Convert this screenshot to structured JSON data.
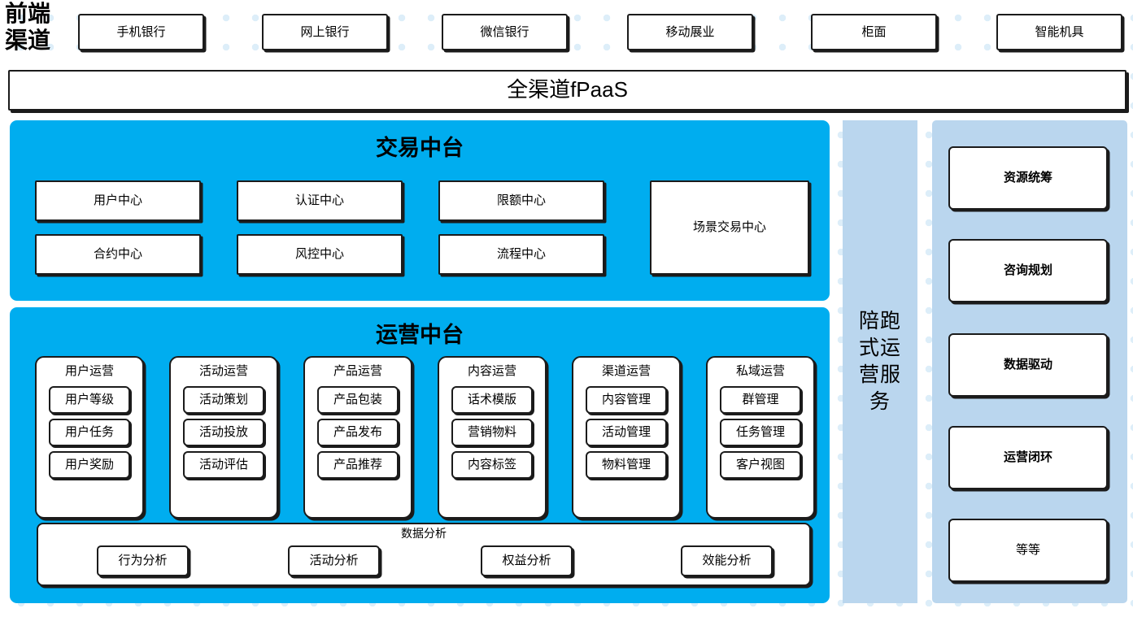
{
  "front_channel": {
    "label": "前端\n渠道",
    "label_line1": "前端",
    "label_line2": "渠道",
    "chips": [
      {
        "label": "手机银行"
      },
      {
        "label": "网上银行"
      },
      {
        "label": "微信银行"
      },
      {
        "label": "移动展业"
      },
      {
        "label": "柜面"
      },
      {
        "label": "智能机具"
      }
    ]
  },
  "fpaas": {
    "label": "全渠道fPaaS"
  },
  "trade_platform": {
    "title": "交易中台",
    "boxes": [
      {
        "label": "用户中心"
      },
      {
        "label": "认证中心"
      },
      {
        "label": "限额中心"
      },
      {
        "label": "合约中心"
      },
      {
        "label": "风控中心"
      },
      {
        "label": "流程中心"
      }
    ],
    "wide_box": {
      "label": "场景交易中心"
    }
  },
  "ops_platform": {
    "title": "运营中台",
    "columns": [
      {
        "title": "用户运营",
        "items": [
          {
            "label": "用户等级"
          },
          {
            "label": "用户任务"
          },
          {
            "label": "用户奖励"
          }
        ]
      },
      {
        "title": "活动运营",
        "items": [
          {
            "label": "活动策划"
          },
          {
            "label": "活动投放"
          },
          {
            "label": "活动评估"
          }
        ]
      },
      {
        "title": "产品运营",
        "items": [
          {
            "label": "产品包装"
          },
          {
            "label": "产品发布"
          },
          {
            "label": "产品推荐"
          }
        ]
      },
      {
        "title": "内容运营",
        "items": [
          {
            "label": "话术模版"
          },
          {
            "label": "营销物料"
          },
          {
            "label": "内容标签"
          }
        ]
      },
      {
        "title": "渠道运营",
        "items": [
          {
            "label": "内容管理"
          },
          {
            "label": "活动管理"
          },
          {
            "label": "物料管理"
          }
        ]
      },
      {
        "title": "私域运营",
        "items": [
          {
            "label": "群管理"
          },
          {
            "label": "任务管理"
          },
          {
            "label": "客户视图"
          }
        ]
      }
    ],
    "analysis": {
      "title": "数据分析",
      "items": [
        {
          "label": "行为分析"
        },
        {
          "label": "活动分析"
        },
        {
          "label": "权益分析"
        },
        {
          "label": "效能分析"
        }
      ]
    }
  },
  "service_column": {
    "label": "陪跑式运营服务"
  },
  "capability_panel": {
    "items": [
      {
        "label": "资源统筹"
      },
      {
        "label": "咨询规划"
      },
      {
        "label": "数据驱动"
      },
      {
        "label": "运营闭环"
      },
      {
        "label": "等等"
      }
    ]
  },
  "colors": {
    "cyan_panel": "#00adef",
    "light_blue_panel": "#bad6ee",
    "outline": "#1b1b1b",
    "background_dot": "#ddeef9",
    "background": "#ffffff"
  }
}
